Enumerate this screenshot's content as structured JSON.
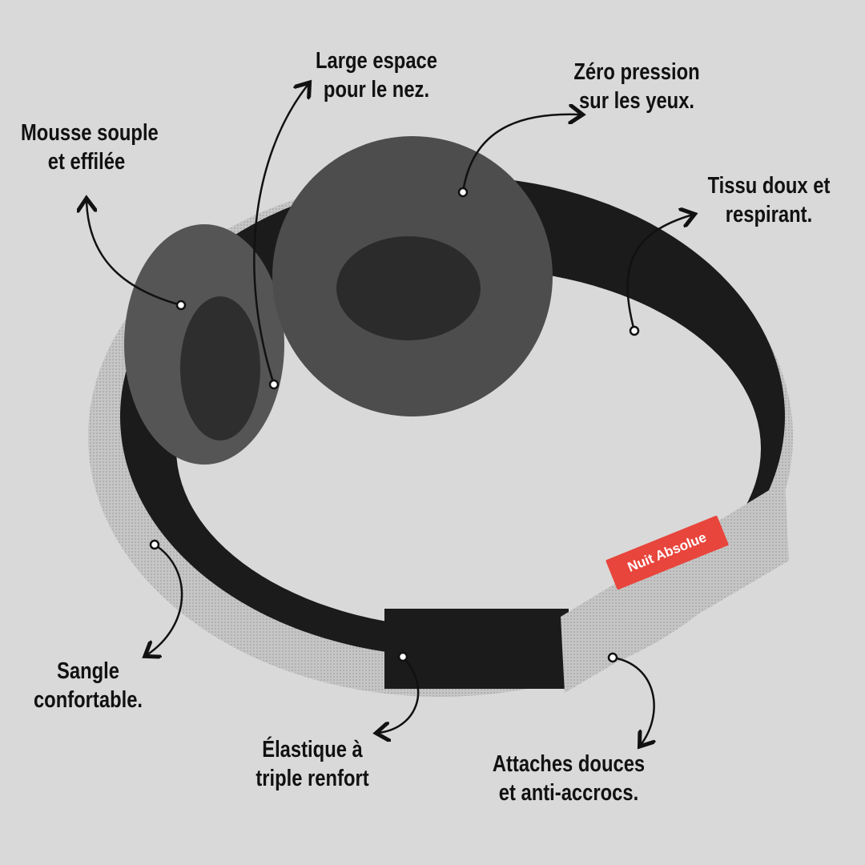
{
  "brand_tag": "Nuit Absolue",
  "callouts": [
    {
      "id": "mousse",
      "lines": [
        "Mousse souple",
        "et effilée"
      ]
    },
    {
      "id": "nez",
      "lines": [
        "Large espace",
        "pour le nez."
      ]
    },
    {
      "id": "pression",
      "lines": [
        "Zéro pression",
        "sur les yeux."
      ]
    },
    {
      "id": "tissu",
      "lines": [
        "Tissu doux et",
        "respirant."
      ]
    },
    {
      "id": "sangle",
      "lines": [
        "Sangle",
        "confortable."
      ]
    },
    {
      "id": "elastique",
      "lines": [
        "Élastique à",
        "triple renfort"
      ]
    },
    {
      "id": "attaches",
      "lines": [
        "Attaches douces",
        "et anti-accrocs."
      ]
    }
  ],
  "colors": {
    "background": "#d9d9d9",
    "band": "#c4c4c4",
    "lining": "#1b1b1b",
    "cup": "#4d4d4d",
    "tag": "#e8453c"
  }
}
